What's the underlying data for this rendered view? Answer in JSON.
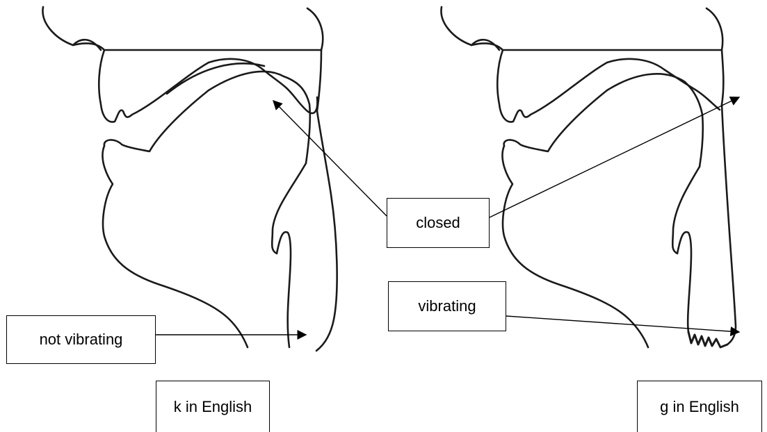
{
  "labels": {
    "closed": "closed",
    "not_vibrating": "not vibrating",
    "vibrating": "vibrating",
    "left_caption": "k in English",
    "right_caption": "g in English"
  },
  "colors": {
    "line": "#1a1a1a",
    "background": "#ffffff"
  }
}
